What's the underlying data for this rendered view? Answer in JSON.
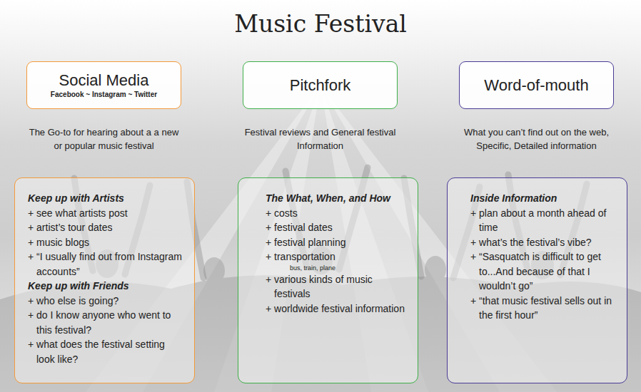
{
  "diagram": {
    "title": "Music Festival",
    "nodes": [
      {
        "text": [
          "Social Media",
          "Facebook ~ Instagram ~ Twitter"
        ]
      },
      {
        "text": [
          "Pitchfork"
        ]
      },
      {
        "text": [
          "Word-of-mouth"
        ]
      },
      {
        "text": [
          "Keep up with Artists",
          "+ see what artists post",
          "+ artist’s tour dates",
          "+ music blogs",
          "+ “I usually find out from Instagram accounts”",
          "Keep up with Friends",
          "+ who else is going?",
          "+ do I know anyone who went to this festival?",
          "+ what does the festival setting look like?"
        ]
      },
      {
        "text": [
          "The What, When, and How",
          "+ costs",
          "+ festival dates",
          "+ festival planning",
          "+ transportation",
          "bus, train, plane",
          "+ various kinds of music festivals",
          "+ worldwide festival information"
        ]
      },
      {
        "text": [
          "Inside Information",
          "+ plan about a month ahead of time",
          "+ what’s the festival’s vibe?",
          "+ “Sasquatch is difficult to get to...And because of that I wouldn’t go”",
          "+ “that music festival sells out in the first hour”"
        ]
      }
    ],
    "labels": [
      "The Go-to for hearing about a a new or popular music festival",
      "Festival reviews and General festival Information",
      "What you can’t find out on the web, Specific, Detailed information"
    ]
  }
}
